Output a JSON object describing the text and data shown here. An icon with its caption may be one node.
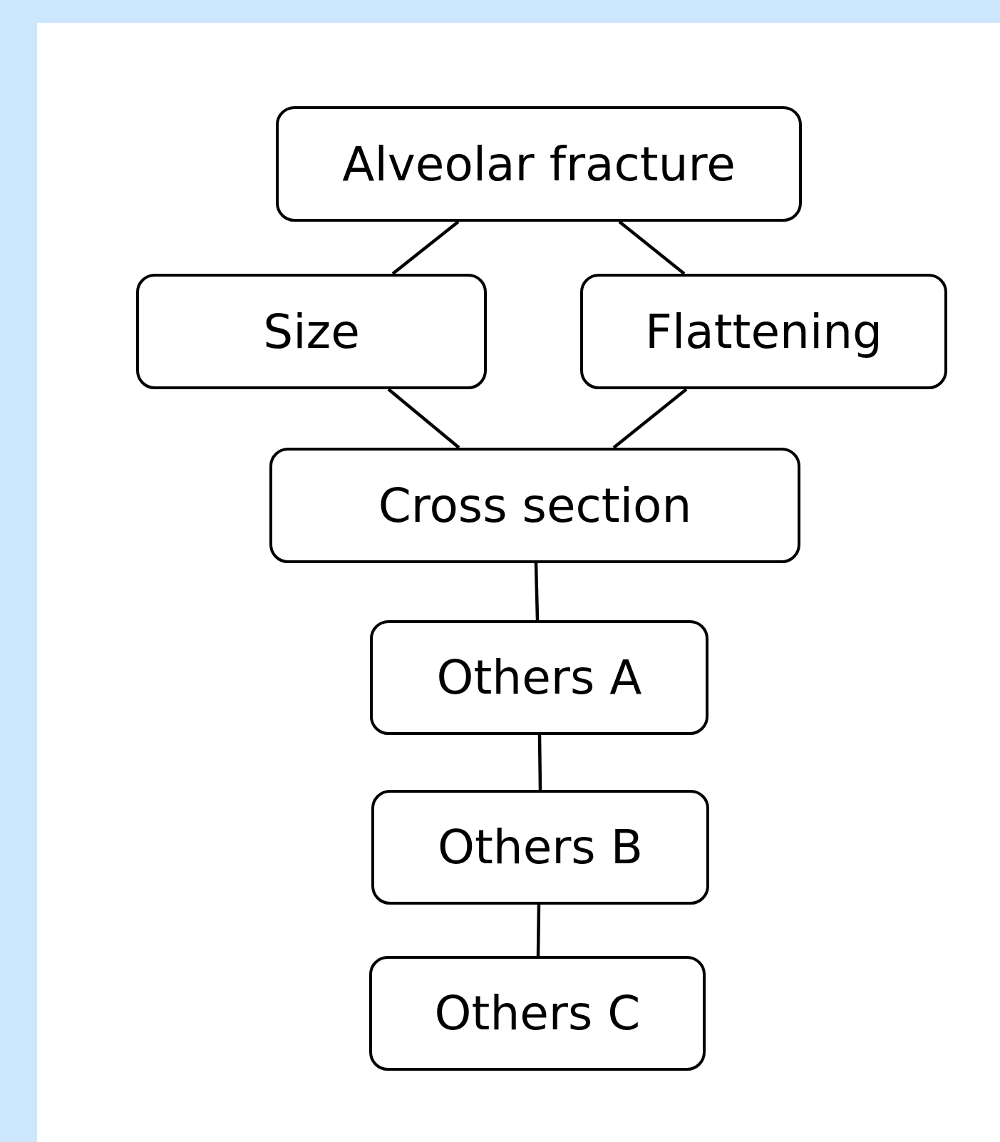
{
  "diagram": {
    "nodes": [
      {
        "text": [
          "Alveolar fracture"
        ]
      },
      {
        "text": [
          "Size"
        ]
      },
      {
        "text": [
          "Flattening"
        ]
      },
      {
        "text": [
          "Cross section"
        ]
      },
      {
        "text": [
          "Others A"
        ]
      },
      {
        "text": [
          "Others B"
        ]
      },
      {
        "text": [
          "Others C"
        ]
      }
    ],
    "edges": [
      {
        "from": 0,
        "to": 1,
        "arrow": "none"
      },
      {
        "from": 0,
        "to": 2,
        "arrow": "none"
      },
      {
        "from": 1,
        "to": 3,
        "arrow": "none"
      },
      {
        "from": 2,
        "to": 3,
        "arrow": "none"
      },
      {
        "from": 3,
        "to": 4,
        "arrow": "none"
      },
      {
        "from": 4,
        "to": 5,
        "arrow": "none"
      },
      {
        "from": 5,
        "to": 6,
        "arrow": "none"
      }
    ]
  }
}
